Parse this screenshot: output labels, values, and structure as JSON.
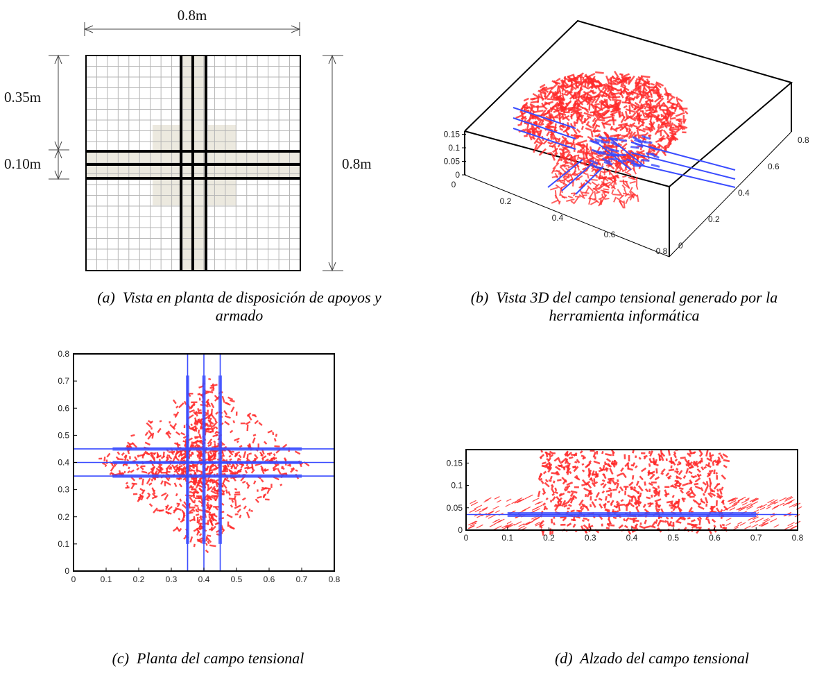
{
  "panel_a": {
    "dims": {
      "top": "0.8m",
      "left_upper": "0.35m",
      "left_lower": "0.10m",
      "right": "0.8m"
    },
    "caption": {
      "label": "(a)",
      "text": "Vista en planta de disposición de apoyos y armado"
    }
  },
  "panel_b": {
    "caption": {
      "label": "(b)",
      "text": "Vista 3D del campo tensional generado por la herramienta informática"
    },
    "z_ticks": [
      "0",
      "0.05",
      "0.1",
      "0.15"
    ],
    "x_ticks": [
      "0",
      "0.2",
      "0.4",
      "0.6",
      "0.8"
    ],
    "y_ticks": [
      "0",
      "0.2",
      "0.4",
      "0.6",
      "0.8"
    ]
  },
  "panel_c": {
    "caption": {
      "label": "(c)",
      "text": "Planta del campo tensional"
    }
  },
  "panel_d": {
    "caption": {
      "label": "(d)",
      "text": "Alzado del campo tensional"
    }
  },
  "colors": {
    "compression": "#ff2a2a",
    "tension": "#3a4cff",
    "support": "#ece9df",
    "grid": "#b5b5b5"
  },
  "chart_data": [
    {
      "type": "scatter",
      "xlim": [
        0,
        0.8
      ],
      "ylim": [
        0,
        0.8
      ],
      "x_ticks": [
        "0",
        "0.1",
        "0.2",
        "0.3",
        "0.4",
        "0.5",
        "0.6",
        "0.7",
        "0.8"
      ],
      "y_ticks": [
        "0",
        "0.1",
        "0.2",
        "0.3",
        "0.4",
        "0.5",
        "0.6",
        "0.7",
        "0.8"
      ],
      "series": [
        {
          "kind": "tension_ties",
          "lines": [
            {
              "orientation": "vertical",
              "at": 0.35
            },
            {
              "orientation": "vertical",
              "at": 0.4
            },
            {
              "orientation": "vertical",
              "at": 0.45
            },
            {
              "orientation": "horizontal",
              "at": 0.35
            },
            {
              "orientation": "horizontal",
              "at": 0.4
            },
            {
              "orientation": "horizontal",
              "at": 0.45
            }
          ]
        },
        {
          "kind": "compression_field",
          "shape": "diamond",
          "center": [
            0.4,
            0.4
          ],
          "half_extent": 0.33
        }
      ]
    },
    {
      "type": "scatter",
      "xlim": [
        0,
        0.8
      ],
      "ylim": [
        0,
        0.18
      ],
      "x_ticks": [
        "0",
        "0.1",
        "0.2",
        "0.3",
        "0.4",
        "0.5",
        "0.6",
        "0.7",
        "0.8"
      ],
      "y_ticks": [
        "0",
        "0.05",
        "0.1",
        "0.15"
      ],
      "series": [
        {
          "kind": "tension_tie",
          "y": 0.035,
          "x_range": [
            0.1,
            0.7
          ]
        },
        {
          "kind": "compression_struts",
          "x": [
            0.2,
            0.25,
            0.3,
            0.35,
            0.4,
            0.45,
            0.5,
            0.55,
            0.6
          ],
          "y_range": [
            0.0,
            0.18
          ]
        }
      ]
    }
  ]
}
